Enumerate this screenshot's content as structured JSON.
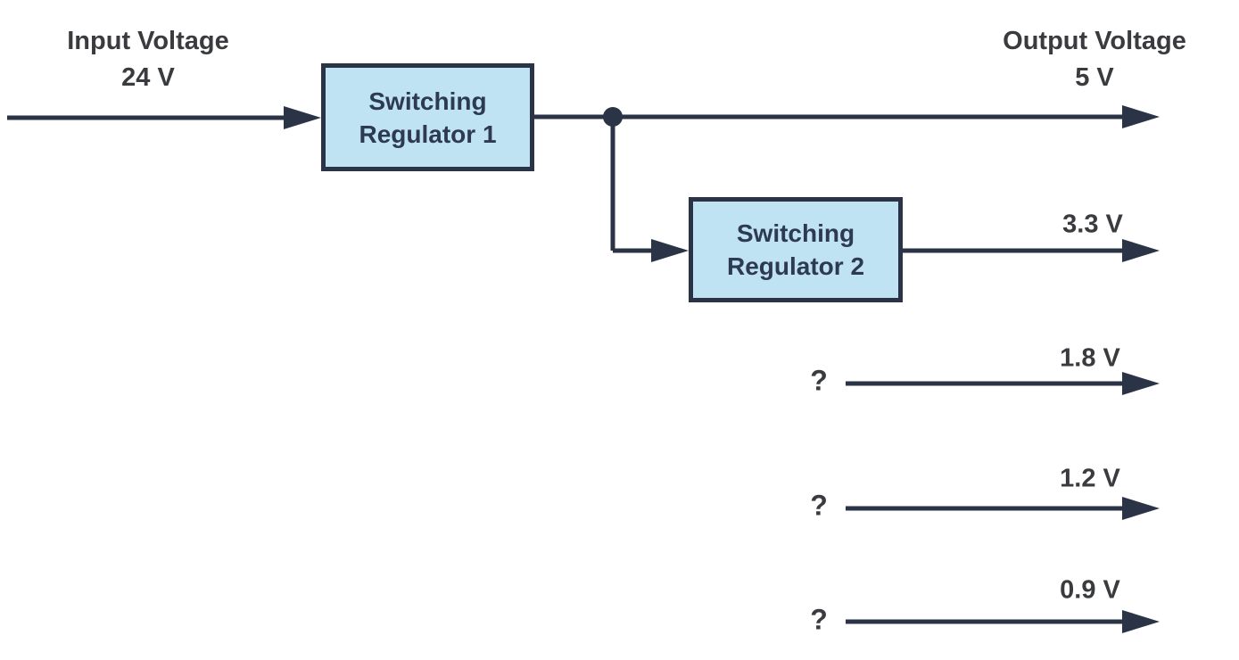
{
  "diagram": {
    "input_label": {
      "line1": "Input Voltage",
      "line2": "24 V"
    },
    "output_label": {
      "line1": "Output Voltage",
      "line2": "5 V"
    },
    "regulator1": {
      "line1": "Switching",
      "line2": "Regulator 1"
    },
    "regulator2": {
      "line1": "Switching",
      "line2": "Regulator 2"
    },
    "rails": [
      {
        "voltage": "3.3 V"
      },
      {
        "voltage": "1.8 V",
        "source": "?"
      },
      {
        "voltage": "1.2 V",
        "source": "?"
      },
      {
        "voltage": "0.9 V",
        "source": "?"
      }
    ]
  },
  "colors": {
    "background": "#ffffff",
    "wire": "#2b3347",
    "box_fill": "#bfe3f2",
    "box_border": "#2b3347",
    "box_text": "#2e3a50",
    "label_text": "#3a3b3e"
  }
}
